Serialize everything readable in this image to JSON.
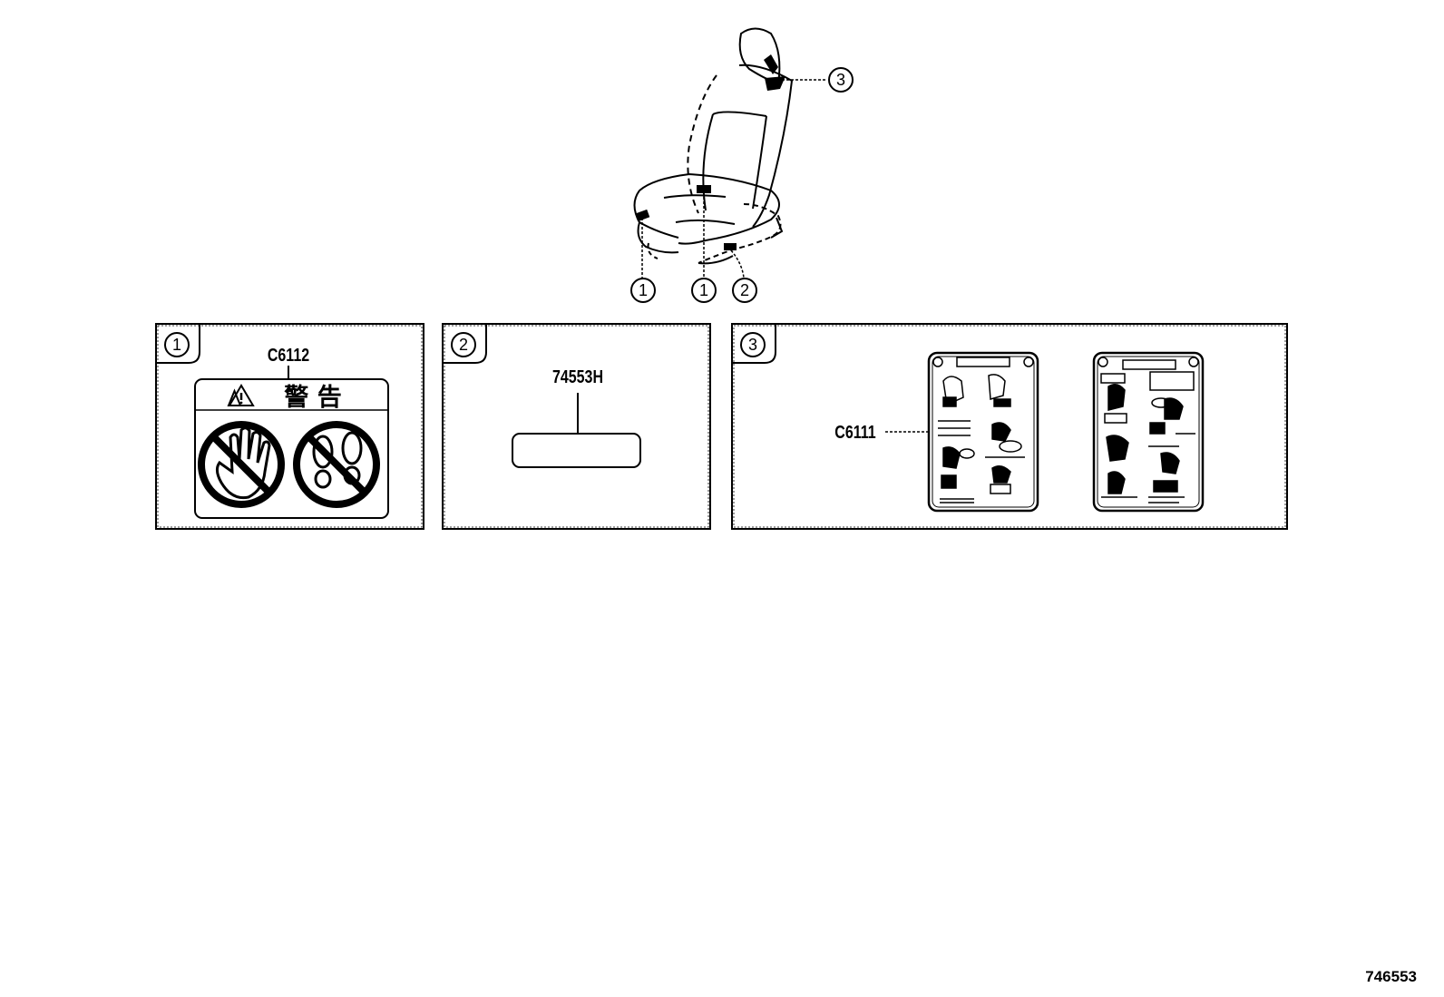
{
  "callouts": {
    "seat_top": "3",
    "seat_left": "1",
    "seat_mid": "1",
    "seat_right": "2"
  },
  "panels": [
    {
      "number": "1",
      "part_no": "C6112",
      "warning_text": "警 告"
    },
    {
      "number": "2",
      "part_no": "74553H"
    },
    {
      "number": "3",
      "part_no": "C6111"
    }
  ],
  "diagram_id": "746553"
}
